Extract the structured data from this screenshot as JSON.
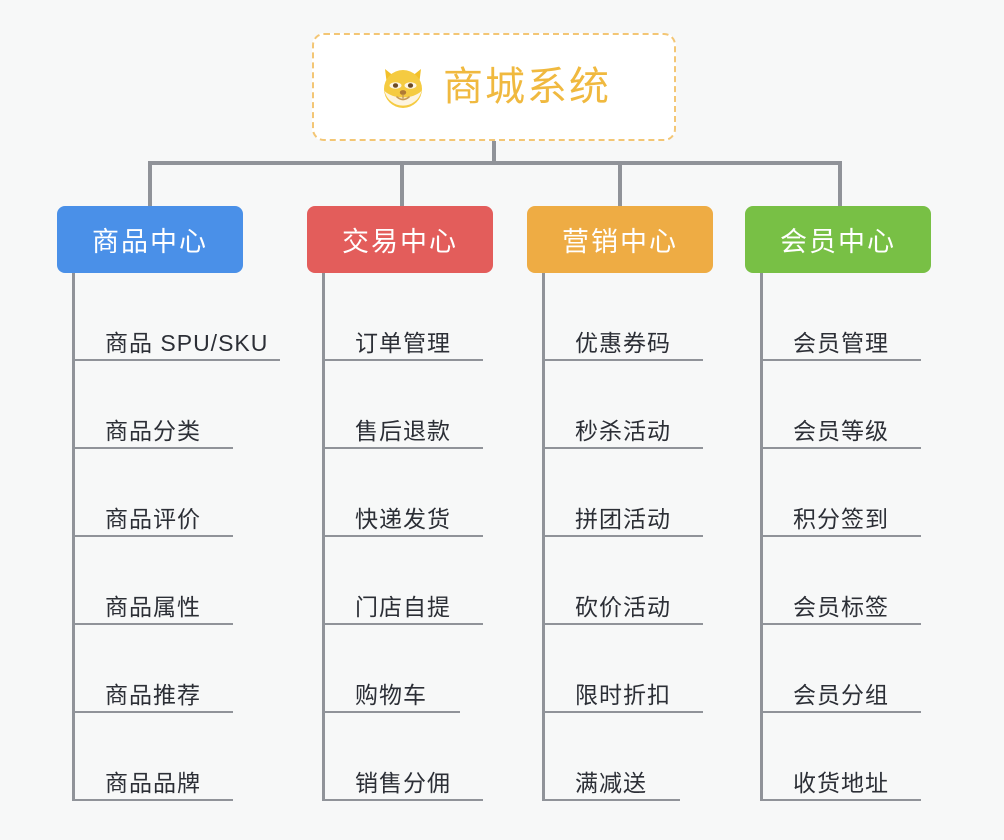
{
  "root": {
    "title": "商城系统",
    "icon": "shiba-dog-emoji",
    "border_color": "#f3c675",
    "text_color": "#f0b93f",
    "background": "#ffffff"
  },
  "canvas": {
    "background": "#f7f8f8",
    "connector_color": "#909399"
  },
  "columns": [
    {
      "title": "商品中心",
      "color": "#4a90e8",
      "items": [
        "商品 SPU/SKU",
        "商品分类",
        "商品评价",
        "商品属性",
        "商品推荐",
        "商品品牌"
      ]
    },
    {
      "title": "交易中心",
      "color": "#e35d5b",
      "items": [
        "订单管理",
        "售后退款",
        "快递发货",
        "门店自提",
        "购物车",
        "销售分佣"
      ]
    },
    {
      "title": "营销中心",
      "color": "#eeac44",
      "items": [
        "优惠券码",
        "秒杀活动",
        "拼团活动",
        "砍价活动",
        "限时折扣",
        "满减送"
      ]
    },
    {
      "title": "会员中心",
      "color": "#78c045",
      "items": [
        "会员管理",
        "会员等级",
        "积分签到",
        "会员标签",
        "会员分组",
        "收货地址"
      ]
    }
  ]
}
